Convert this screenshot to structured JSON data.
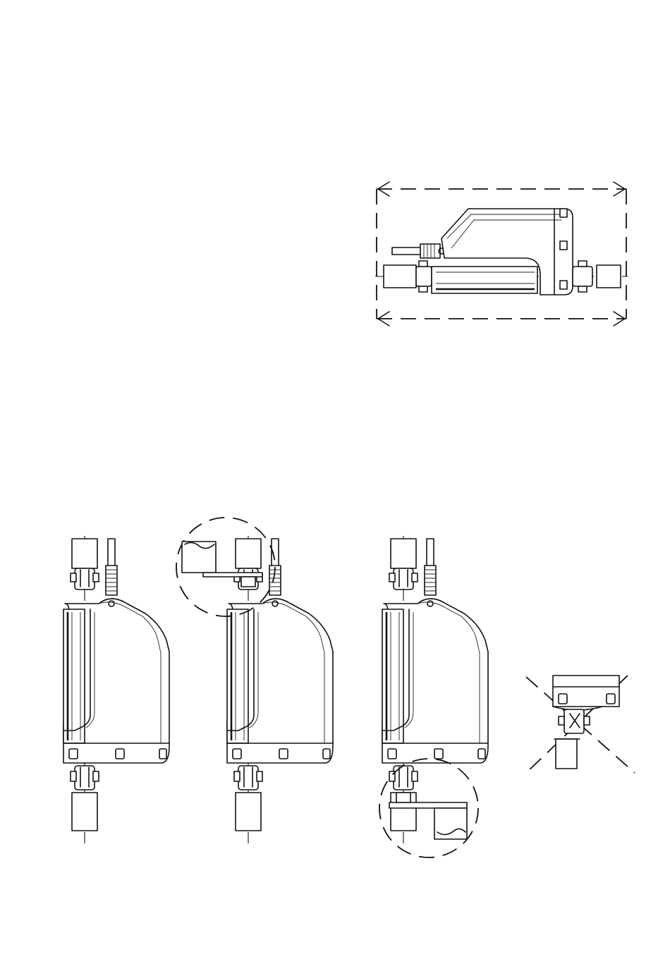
{
  "figure": {
    "views": [
      {
        "id": "horizontal-mount",
        "status": "allowed"
      },
      {
        "id": "vertical-mount-1",
        "status": "allowed"
      },
      {
        "id": "vertical-mount-2-with-top-bracket",
        "status": "allowed"
      },
      {
        "id": "vertical-mount-3-with-bottom-bracket",
        "status": "allowed"
      },
      {
        "id": "inverted-mount",
        "status": "not-allowed"
      }
    ],
    "colors": {
      "line": "#111111",
      "background": "#ffffff"
    }
  }
}
